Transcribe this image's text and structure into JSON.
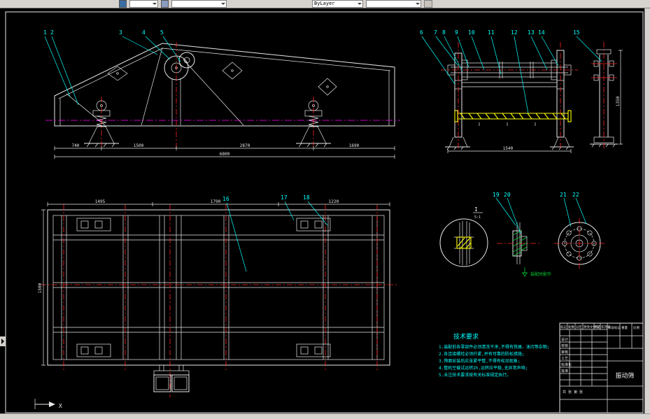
{
  "window": {
    "toolbar": {
      "combos": [
        "",
        "",
        "ByLayer",
        ""
      ]
    }
  },
  "colors": {
    "background": "#000000",
    "line": "#e8e8e8",
    "leader": "#00ffff",
    "centerline": "#ff00ff",
    "axis": "#ff2525",
    "highlight": "#ffff00",
    "note_green": "#00cc33",
    "toolbar": "#d6d3ce"
  },
  "callouts": {
    "side": [
      "1",
      "2",
      "3",
      "4",
      "5"
    ],
    "section": [
      "6",
      "7",
      "8",
      "9",
      "10",
      "11",
      "12",
      "13",
      "14",
      "15"
    ],
    "plan": [
      "16",
      "17",
      "18"
    ],
    "detail": [
      "19",
      "20",
      "21",
      "22"
    ]
  },
  "dims": {
    "side": [
      "740",
      "1500",
      "2870",
      "1690"
    ],
    "side_overall": "6800",
    "section_bottom": "1540",
    "section_right": "1350",
    "plan_top": [
      "1495",
      "1790",
      "1220"
    ],
    "plan_left": "1500"
  },
  "details": {
    "marker": "I",
    "marker_scale": "5:1",
    "green_note": "装配时配作"
  },
  "tech": {
    "title": "技术要求",
    "lines": [
      "1.装配前各零部件必须清洗干净,不得有铁屑、油污等杂物;",
      "2.各连接螺栓必须拧紧,并有可靠的防松措施;",
      "3.筛面安装后应张紧平整,不得有松动现象;",
      "4.整机空载试运转2h,运转应平稳,无异常声响;",
      "5.未注技术要求按有关标准规定执行。"
    ]
  },
  "title_block": {
    "header_row": [
      "标记",
      "处数",
      "分区",
      "更改文件号",
      "签名",
      "年月日"
    ],
    "roles": [
      "设计",
      "校核",
      "审核",
      "工艺",
      "标准化",
      "批准"
    ],
    "stage_label": "阶段标记",
    "weight_label": "重量",
    "scale_label": "比例",
    "sheet_label": "共 张 第 张",
    "title": "振动筛"
  },
  "ucs": {
    "x_label": "X"
  }
}
